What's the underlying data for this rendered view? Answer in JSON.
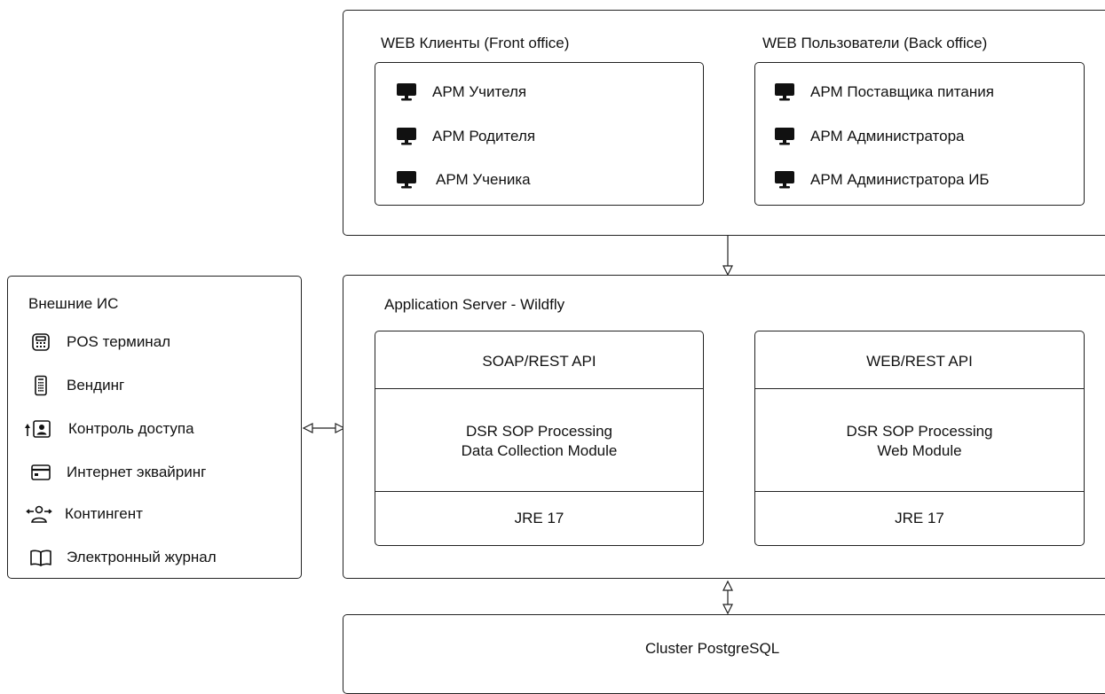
{
  "web_clients": {
    "title": "WEB Клиенты (Front office)",
    "items": [
      {
        "label": "АРМ Учителя",
        "icon": "monitor-icon"
      },
      {
        "label": "АРМ Родителя",
        "icon": "monitor-icon"
      },
      {
        "label": "АРМ Ученика",
        "icon": "monitor-icon"
      }
    ]
  },
  "web_users": {
    "title": "WEB Пользователи (Back office)",
    "items": [
      {
        "label": "АРМ Поставщика питания",
        "icon": "monitor-icon"
      },
      {
        "label": "АРМ Администратора",
        "icon": "monitor-icon"
      },
      {
        "label": "АРМ Администратора ИБ",
        "icon": "monitor-icon"
      }
    ]
  },
  "external_systems": {
    "title": "Внешние ИС",
    "items": [
      {
        "label": "POS терминал",
        "icon": "pos-terminal-icon"
      },
      {
        "label": "Вендинг",
        "icon": "vending-icon"
      },
      {
        "label": "Контроль доступа",
        "icon": "access-control-icon"
      },
      {
        "label": "Интернет эквайринг",
        "icon": "credit-card-icon"
      },
      {
        "label": "Контингент",
        "icon": "people-icon"
      },
      {
        "label": "Электронный журнал",
        "icon": "book-icon"
      }
    ]
  },
  "app_server": {
    "title": "Application Server - Wildfly",
    "modules": [
      {
        "api": "SOAP/REST API",
        "name_line1": "DSR SOP Processing",
        "name_line2": "Data Collection Module",
        "runtime": "JRE 17"
      },
      {
        "api": "WEB/REST API",
        "name_line1": "DSR SOP Processing",
        "name_line2": "Web Module",
        "runtime": "JRE 17"
      }
    ]
  },
  "database": {
    "title": "Cluster PostgreSQL"
  },
  "colors": {
    "stroke": "#222222",
    "background": "#ffffff"
  }
}
